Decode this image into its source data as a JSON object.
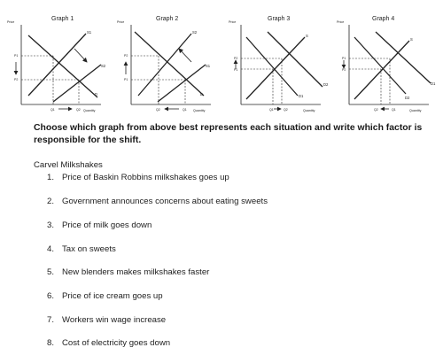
{
  "graphs": [
    {
      "title": "Graph 1",
      "price_label": "Price",
      "qty_label": "Quantity",
      "curve_labels": [
        "S1",
        "S2",
        "D"
      ],
      "p_labels": [
        "P1",
        "P2"
      ],
      "q_labels": [
        "Q1",
        "Q2"
      ]
    },
    {
      "title": "Graph 2",
      "price_label": "Price",
      "qty_label": "Quantity",
      "curve_labels": [
        "S2",
        "S1",
        "D"
      ],
      "p_labels": [
        "P2",
        "P1"
      ],
      "q_labels": [
        "Q2",
        "Q1"
      ]
    },
    {
      "title": "Graph 3",
      "price_label": "Price",
      "qty_label": "Quantity",
      "curve_labels": [
        "S",
        "D2",
        "D1"
      ],
      "p_labels": [
        "P2",
        "P1"
      ],
      "q_labels": [
        "Q1",
        "Q2"
      ]
    },
    {
      "title": "Graph 4",
      "price_label": "Price",
      "qty_label": "Quantity",
      "curve_labels": [
        "S",
        "D1",
        "D2"
      ],
      "p_labels": [
        "P1",
        "P2"
      ],
      "q_labels": [
        "Q2",
        "Q1"
      ]
    }
  ],
  "prompt": "Choose which graph from above best represents each situation and write which factor is responsible for the shift.",
  "section_title": "Carvel Milkshakes",
  "items": [
    {
      "num": "1.",
      "text": "Price of Baskin Robbins milkshakes goes up"
    },
    {
      "num": "2.",
      "text": "Government announces concerns about eating sweets"
    },
    {
      "num": "3.",
      "text": "Price of milk goes down"
    },
    {
      "num": "4.",
      "text": "Tax on sweets"
    },
    {
      "num": "5.",
      "text": "New blenders makes milkshakes faster"
    },
    {
      "num": "6.",
      "text": "Price of ice cream goes up"
    },
    {
      "num": "7.",
      "text": "Workers win wage increase"
    },
    {
      "num": "8.",
      "text": "Cost of electricity goes down"
    }
  ]
}
